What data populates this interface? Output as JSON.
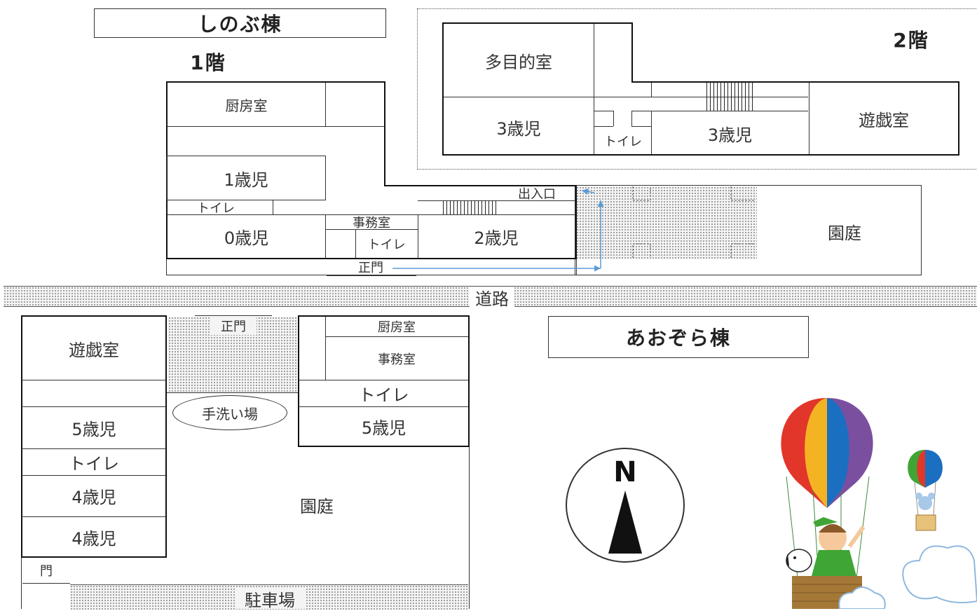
{
  "shinobu": {
    "title": "しのぶ棟",
    "floor1": "1階",
    "floor2": "2階",
    "rooms1": {
      "kitchen": "厨房室",
      "age1": "1歳児",
      "toilet_a": "トイレ",
      "age0": "0歳児",
      "office": "事務室",
      "toilet_b": "トイレ",
      "age2": "2歳児",
      "entrance": "出入口",
      "main_gate": "正門",
      "garden": "園庭"
    },
    "rooms2": {
      "multipurpose": "多目的室",
      "age3_a": "3歳児",
      "toilet": "トイレ",
      "age3_b": "3歳児",
      "playroom": "遊戯室"
    }
  },
  "road": "道路",
  "aozora": {
    "title": "あおぞら棟",
    "left": {
      "playroom": "遊戯室",
      "age5": "5歳児",
      "toilet": "トイレ",
      "age4_a": "4歳児",
      "age4_b": "4歳児",
      "gate": "門"
    },
    "main_gate": "正門",
    "handwash": "手洗い場",
    "right": {
      "kitchen": "厨房室",
      "office": "事務室",
      "toilet": "トイレ",
      "age5": "5歳児"
    },
    "garden": "園庭",
    "parking": "駐車場"
  },
  "compass": {
    "north": "N"
  },
  "colors": {
    "arrow": "#5b9bd5",
    "balloon_red": "#e2362a",
    "balloon_orange": "#f4b323",
    "balloon_blue": "#1b6fc0",
    "balloon_purple": "#7b4fa0",
    "balloon_green": "#3fa535",
    "cloud_outline": "#8fb8e0"
  }
}
